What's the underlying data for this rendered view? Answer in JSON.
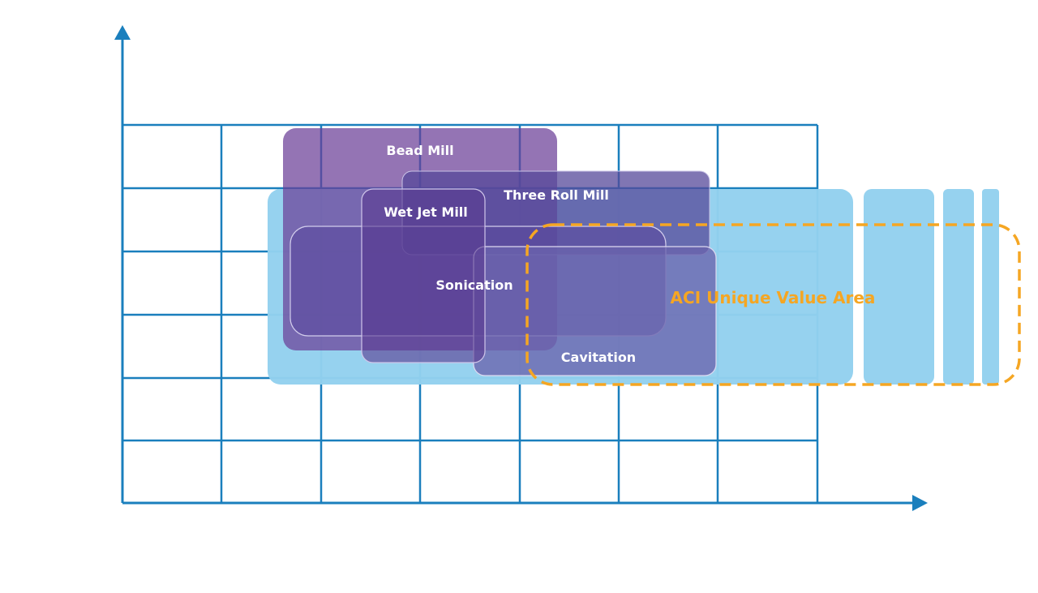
{
  "colors": {
    "axis": "#1a7fbd",
    "grid": "#1a7fbd",
    "light_blue": "#93d1ee",
    "purple": "#6b3f97",
    "bead_mill": "#7b5ea6",
    "three_roll": "#61549e",
    "cavitation": "#6f6db3",
    "sonication": "#5a4e9c",
    "wet_jet": "#5b3c92",
    "highlight_outline": "#f5a623"
  },
  "labels": {
    "bead_mill": "Bead Mill",
    "three_roll_mill": "Three Roll Mill",
    "wet_jet_mill": "Wet Jet Mill",
    "sonication": "Sonication",
    "cavitation": "Cavitation",
    "aci_area": "ACI Unique Value Area"
  }
}
